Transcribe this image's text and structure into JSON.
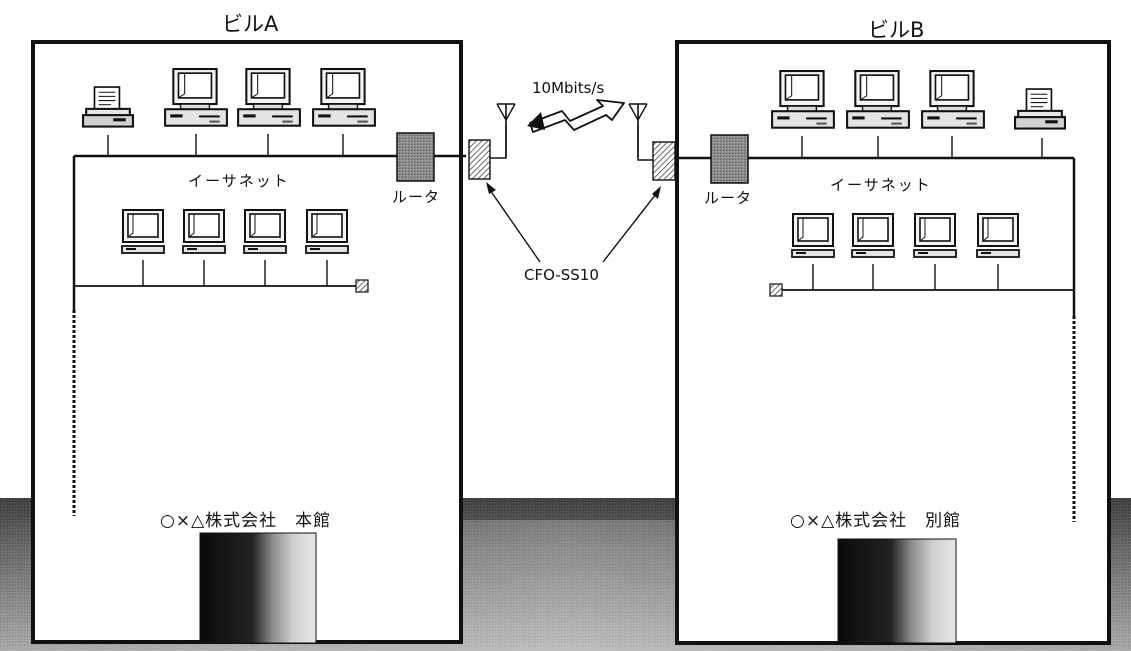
{
  "colors": {
    "ground": "#9a9a9a",
    "ground_dark": "#3a3a3a",
    "building_wall": "#ffffff",
    "router": "#8a8a8a",
    "outline": "#111111"
  },
  "icons": {
    "pc": "pc-workstation-icon",
    "terminal": "terminal-icon",
    "printer": "printer-icon",
    "router": "router-box-icon",
    "antenna": "antenna-icon",
    "wireless": "lightning-link-icon",
    "transceiver": "transceiver-icon"
  },
  "link": {
    "speed": "10Mbits/s",
    "device": "CFO-SS10"
  },
  "building_a": {
    "title": "ビルA",
    "network": "イーサネット",
    "router": "ルータ",
    "company": "○×△株式会社　本館"
  },
  "building_b": {
    "title": "ビルB",
    "network": "イーサネット",
    "router": "ルータ",
    "company": "○×△株式会社　別館"
  }
}
